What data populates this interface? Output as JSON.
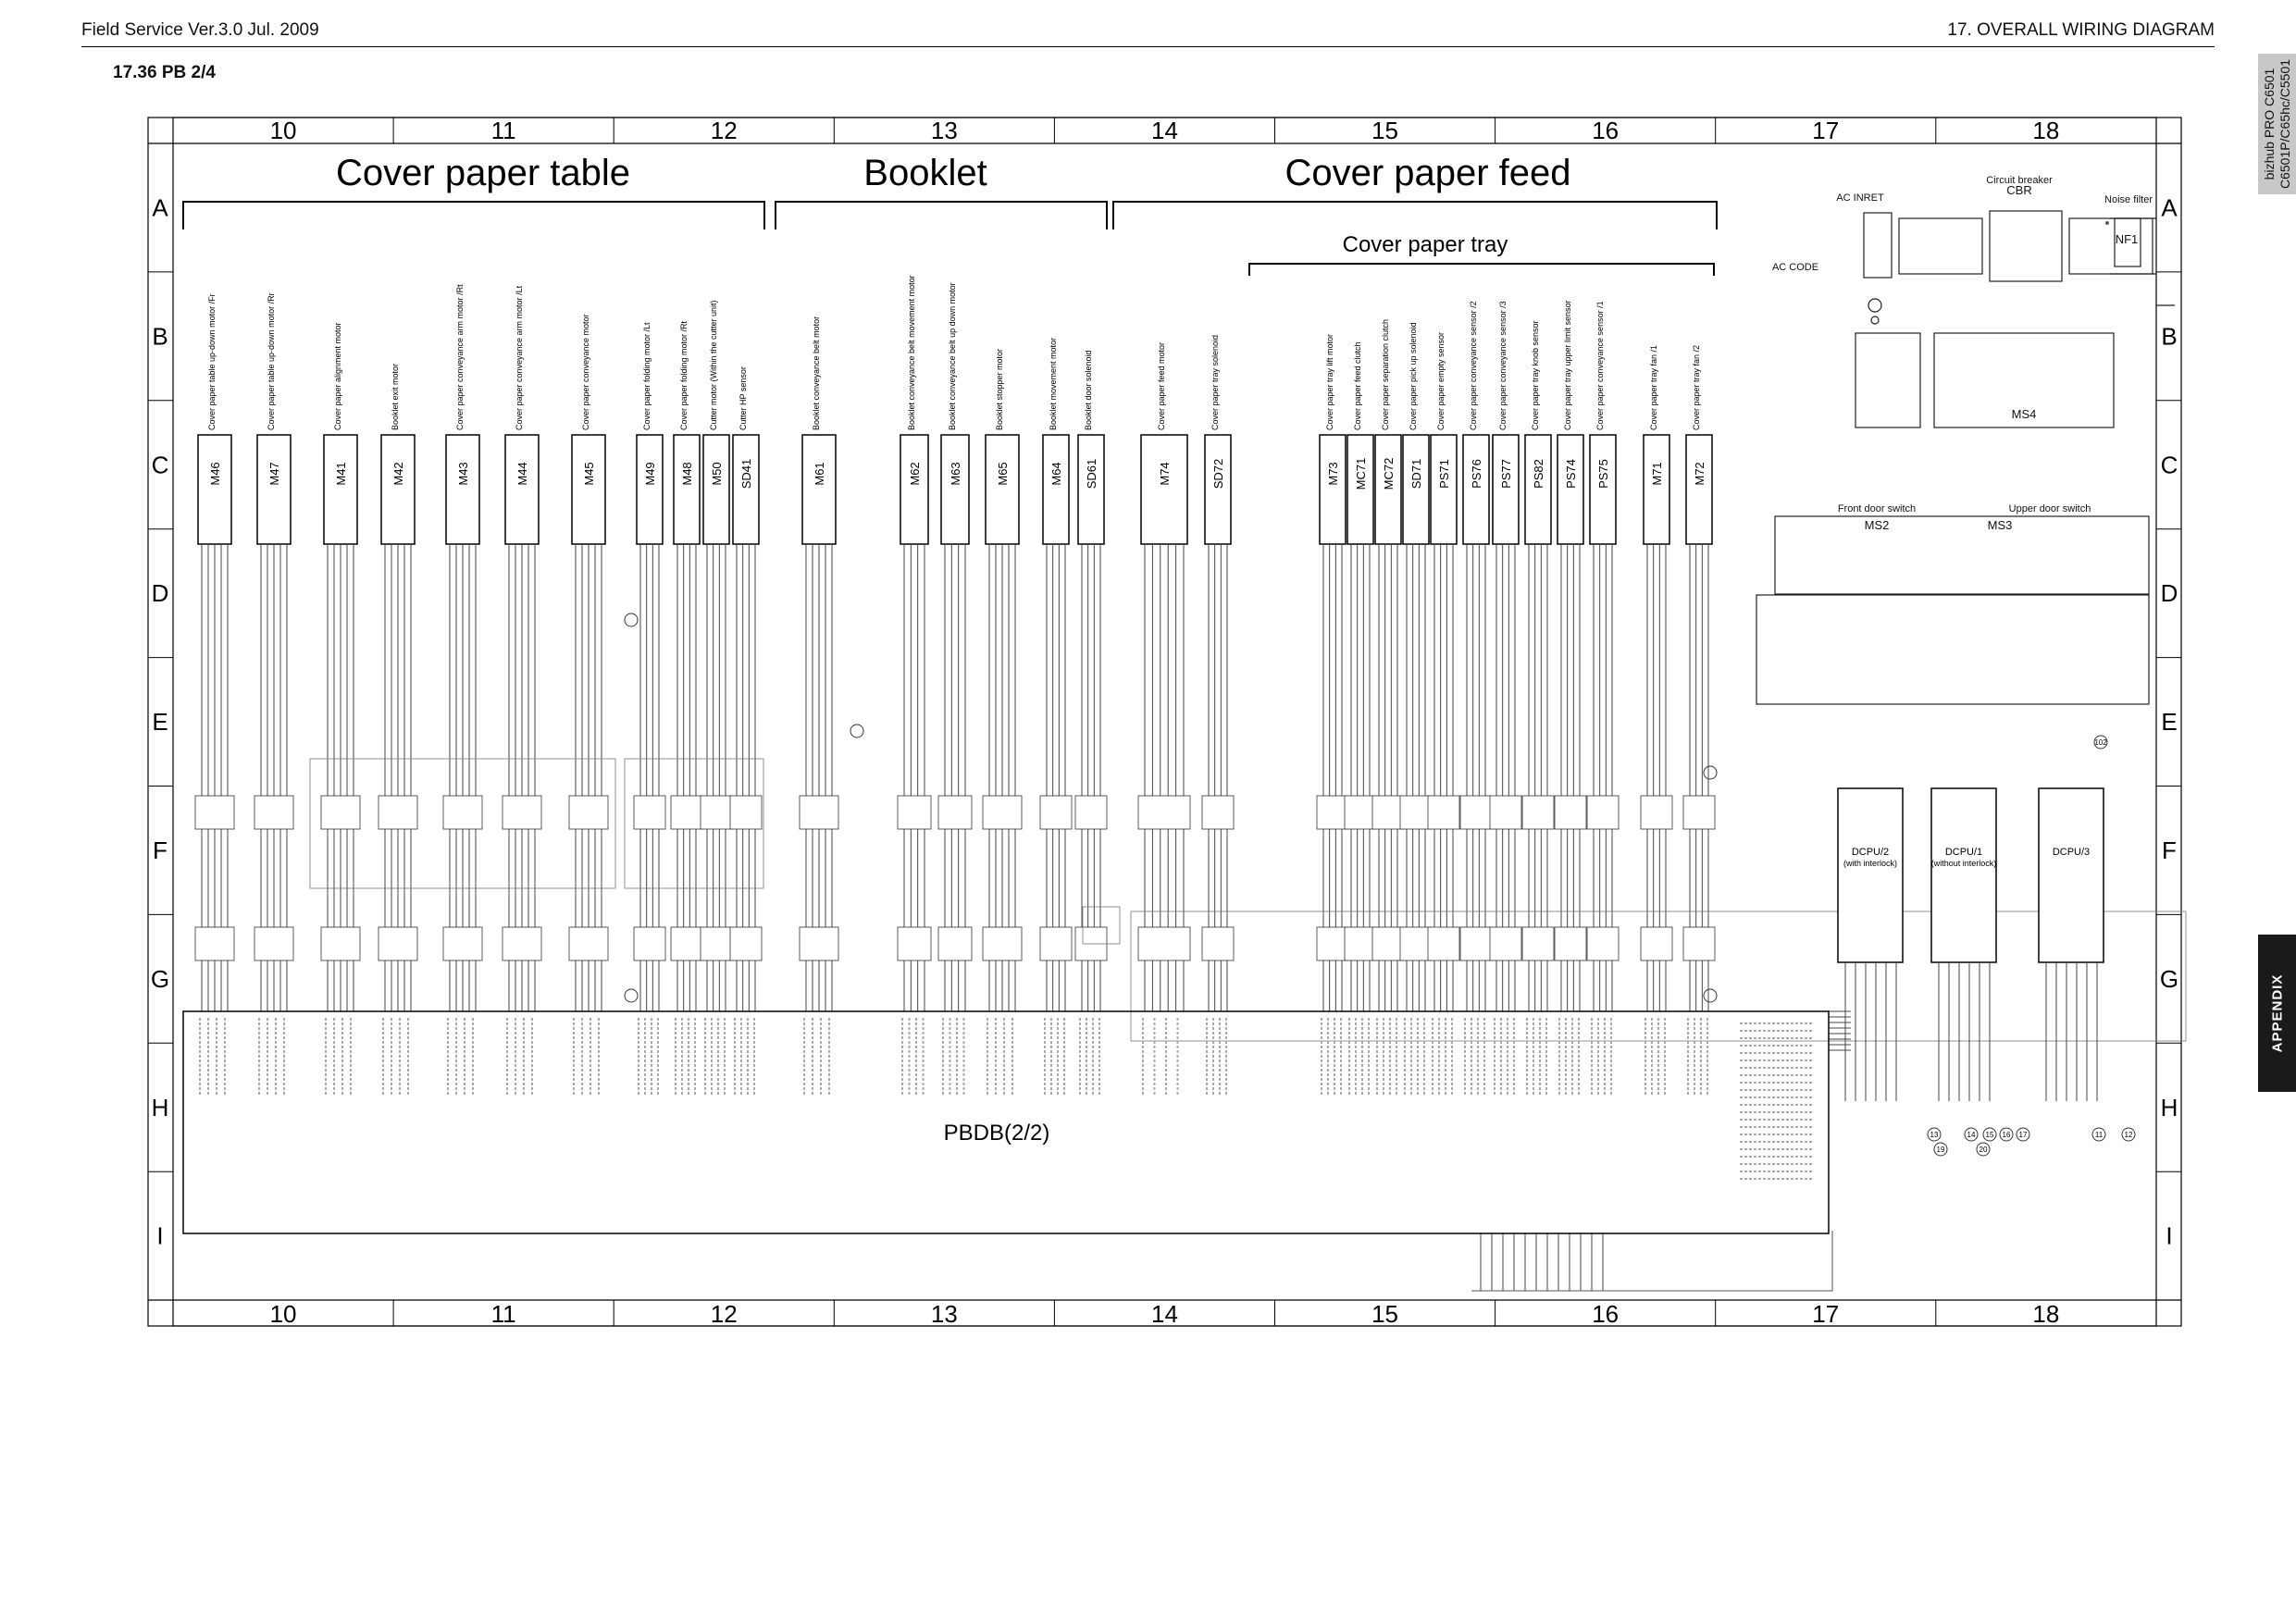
{
  "header": {
    "left": "Field Service Ver.3.0 Jul. 2009",
    "right": "17. OVERALL WIRING DIAGRAM",
    "section": "17.36 PB 2/4"
  },
  "side_tab": {
    "model": "bizhub PRO C6501\nC6501P/C65hc/C5501"
  },
  "appendix_tab": {
    "label": "APPENDIX"
  },
  "grid": {
    "columns": [
      "10",
      "11",
      "12",
      "13",
      "14",
      "15",
      "16",
      "17",
      "18"
    ],
    "rows": [
      "A",
      "B",
      "C",
      "D",
      "E",
      "F",
      "G",
      "H",
      "I"
    ]
  },
  "groups": {
    "cover_paper_table": "Cover paper table",
    "booklet": "Booklet",
    "cover_paper_feed": "Cover paper feed",
    "cover_paper_tray": "Cover paper tray"
  },
  "components": [
    {
      "code": "M46",
      "desc": "Cover paper table up-down motor /Fr"
    },
    {
      "code": "M47",
      "desc": "Cover paper table up-down motor /Rr"
    },
    {
      "code": "M41",
      "desc": "Cover paper alignment motor"
    },
    {
      "code": "M42",
      "desc": "Booklet exit motor"
    },
    {
      "code": "M43",
      "desc": "Cover paper conveyance arm motor /Rt"
    },
    {
      "code": "M44",
      "desc": "Cover paper conveyance arm motor /Lt"
    },
    {
      "code": "M45",
      "desc": "Cover paper conveyance motor"
    },
    {
      "code": "M49",
      "desc": "Cover paper folding motor /Lt"
    },
    {
      "code": "M48",
      "desc": "Cover paper folding motor /Rt"
    },
    {
      "code": "M50",
      "desc": "Cutter motor (Within the cutter unit)"
    },
    {
      "code": "SD41",
      "desc": "Cutter HP sensor"
    },
    {
      "code": "M61",
      "desc": "Booklet conveyance belt motor"
    },
    {
      "code": "M62",
      "desc": "Booklet conveyance belt movement motor"
    },
    {
      "code": "M63",
      "desc": "Booklet conveyance belt up down motor"
    },
    {
      "code": "M65",
      "desc": "Booklet stopper motor"
    },
    {
      "code": "M64",
      "desc": "Booklet movement motor"
    },
    {
      "code": "SD61",
      "desc": "Booklet door solenoid"
    },
    {
      "code": "M74",
      "desc": "Cover paper feed motor"
    },
    {
      "code": "SD72",
      "desc": "Cover paper tray solenoid"
    },
    {
      "code": "M73",
      "desc": "Cover paper tray lift motor"
    },
    {
      "code": "MC71",
      "desc": "Cover paper feed clutch"
    },
    {
      "code": "MC72",
      "desc": "Cover paper separation clutch"
    },
    {
      "code": "SD71",
      "desc": "Cover paper pick up solenoid"
    },
    {
      "code": "PS71",
      "desc": "Cover paper empty sensor"
    },
    {
      "code": "PS76",
      "desc": "Cover paper conveyance sensor /2"
    },
    {
      "code": "PS77",
      "desc": "Cover paper conveyance sensor /3"
    },
    {
      "code": "PS82",
      "desc": "Cover paper tray knob sensor"
    },
    {
      "code": "PS74",
      "desc": "Cover paper tray upper limit sensor"
    },
    {
      "code": "PS75",
      "desc": "Cover paper conveyance sensor /1"
    },
    {
      "code": "M71",
      "desc": "Cover paper tray fan /1"
    },
    {
      "code": "M72",
      "desc": "Cover paper tray fan /2"
    }
  ],
  "power": {
    "circuit_breaker": "Circuit breaker",
    "cbr": "CBR",
    "ac_inret": "AC INRET",
    "ac_code": "AC CODE",
    "noise_filter": "Noise filter",
    "nf1": "NF1",
    "ms4": "MS4",
    "front_door_switch": "Front door switch",
    "upper_door_switch": "Upper door switch",
    "ms2": "MS2",
    "ms3": "MS3"
  },
  "dcpu": [
    {
      "name": "DCPU/2",
      "note": "(with interlock)"
    },
    {
      "name": "DCPU/1",
      "note": "(without interlock)"
    },
    {
      "name": "DCPU/3",
      "note": ""
    }
  ],
  "board": {
    "label": "PBDB(2/2)"
  },
  "terminals": [
    "13",
    "19",
    "20",
    "14",
    "15",
    "16",
    "17",
    "11",
    "12",
    "102"
  ],
  "colors": {
    "line": "#222222",
    "background": "#ffffff",
    "tab_gray": "#c8c8c8",
    "tab_dark": "#1a1a1a"
  }
}
